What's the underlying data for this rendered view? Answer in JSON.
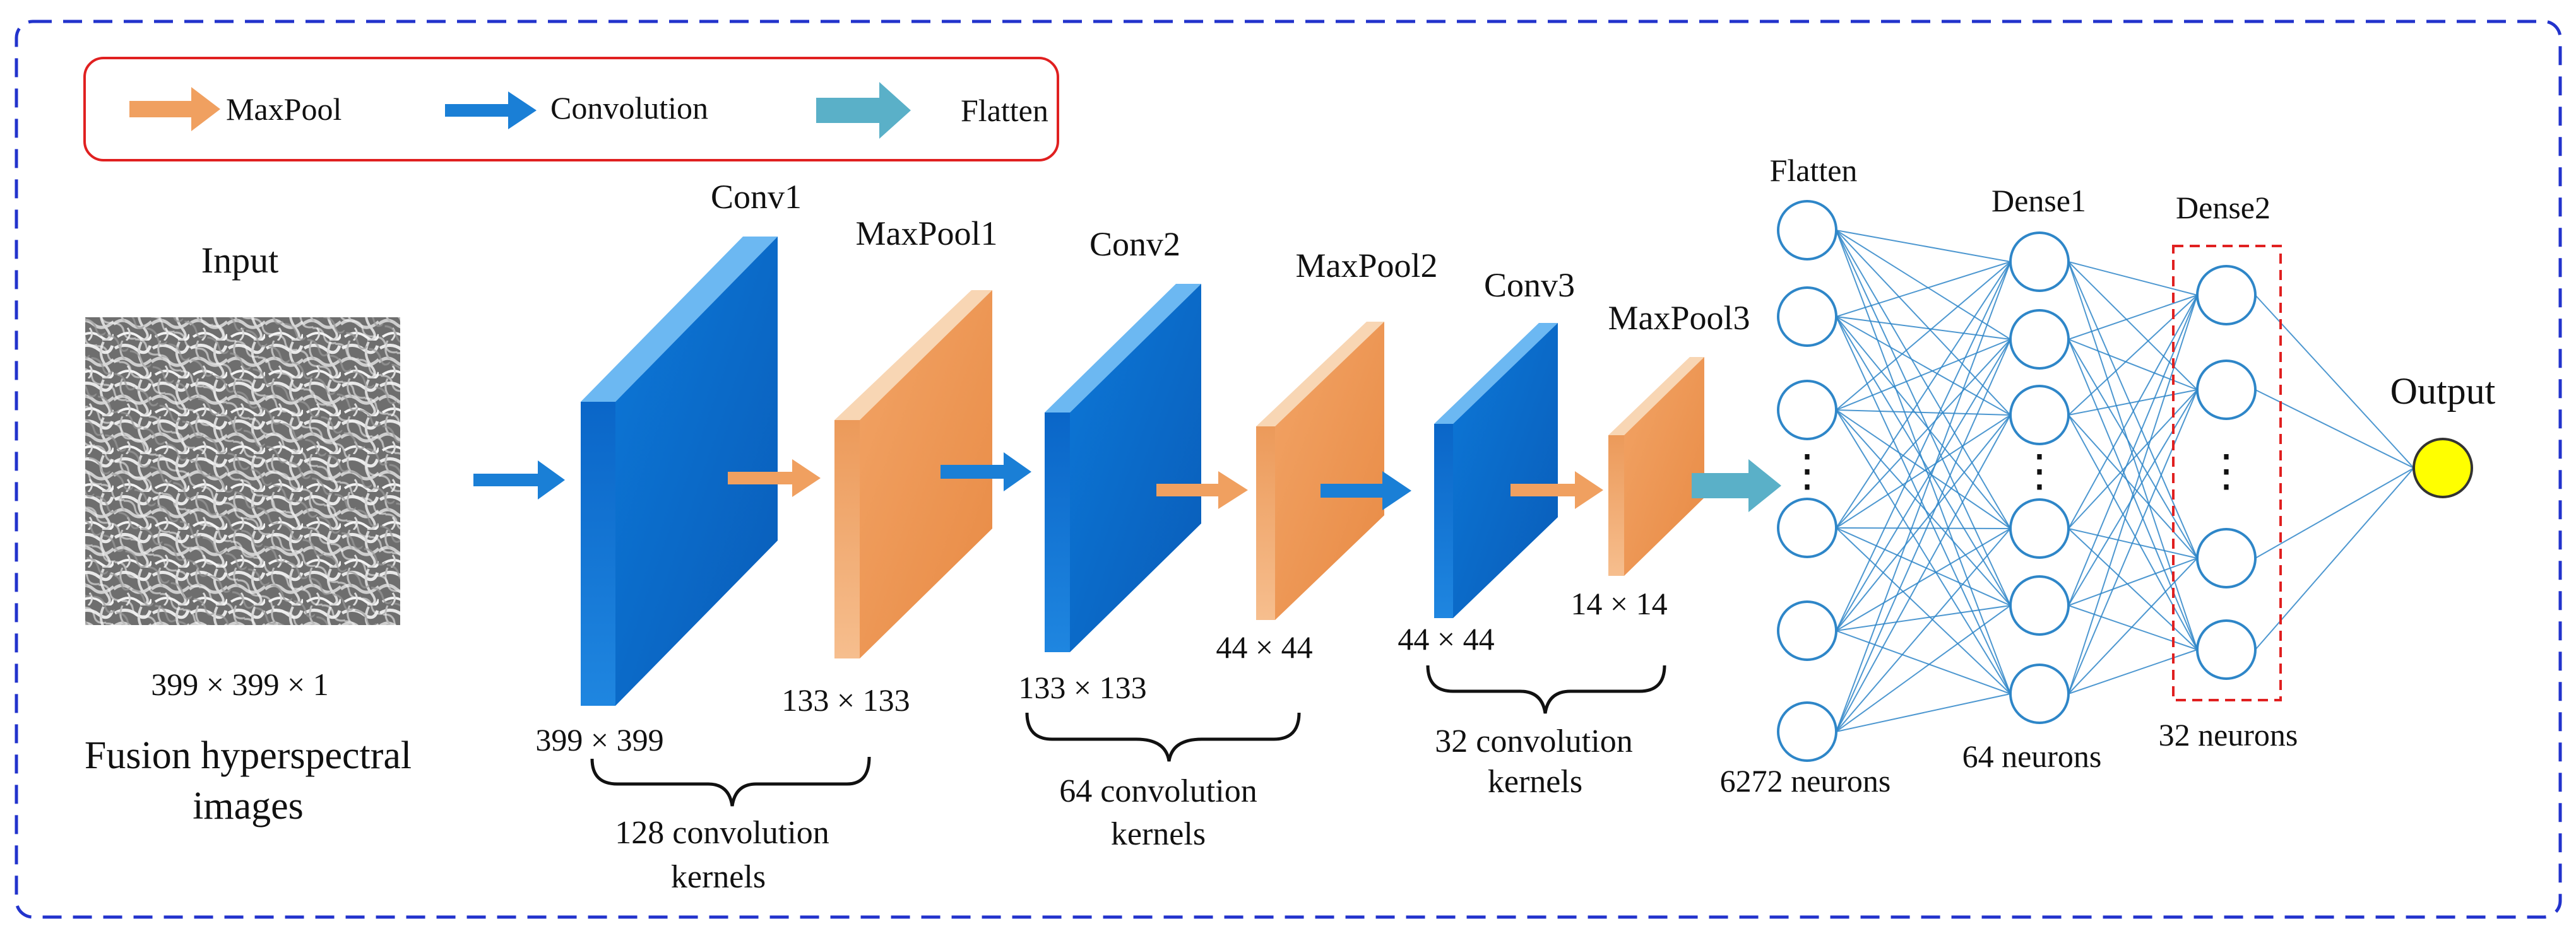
{
  "legend": {
    "maxpool_label": "MaxPool",
    "convolution_label": "Convolution",
    "flatten_label": "Flatten"
  },
  "input": {
    "title": "Input",
    "dims": "399 × 399 × 1",
    "caption_line1": "Fusion hyperspectral",
    "caption_line2": "images"
  },
  "layers": {
    "conv1": {
      "title": "Conv1",
      "size": "399 × 399"
    },
    "maxpool1": {
      "title": "MaxPool1",
      "size": "133 × 133"
    },
    "conv2": {
      "title": "Conv2",
      "size": "133 × 133"
    },
    "maxpool2": {
      "title": "MaxPool2",
      "size": "44 × 44"
    },
    "conv3": {
      "title": "Conv3",
      "size": "44 × 44"
    },
    "maxpool3": {
      "title": "MaxPool3",
      "size": "14 × 14"
    }
  },
  "kernels": {
    "group1_line1": "128 convolution",
    "group1_line2": "kernels",
    "group2_line1": "64 convolution",
    "group2_line2": "kernels",
    "group3_line1": "32 convolution",
    "group3_line2": "kernels"
  },
  "dense": {
    "flatten_title": "Flatten",
    "flatten_neurons": "6272 neurons",
    "dense1_title": "Dense1",
    "dense1_neurons": "64 neurons",
    "dense2_title": "Dense2",
    "dense2_neurons": "32 neurons",
    "output_title": "Output",
    "ellipsis": "⋮"
  },
  "colors": {
    "frame": "#2233cc",
    "legend_border": "#e02020",
    "conv_blue": "#1a7fd6",
    "maxpool_orange": "#f0a060",
    "flatten_teal": "#5ab0c8",
    "neuron_stroke": "#2e86c8",
    "output_fill": "#ffff00",
    "dense2_box": "#e02020"
  }
}
